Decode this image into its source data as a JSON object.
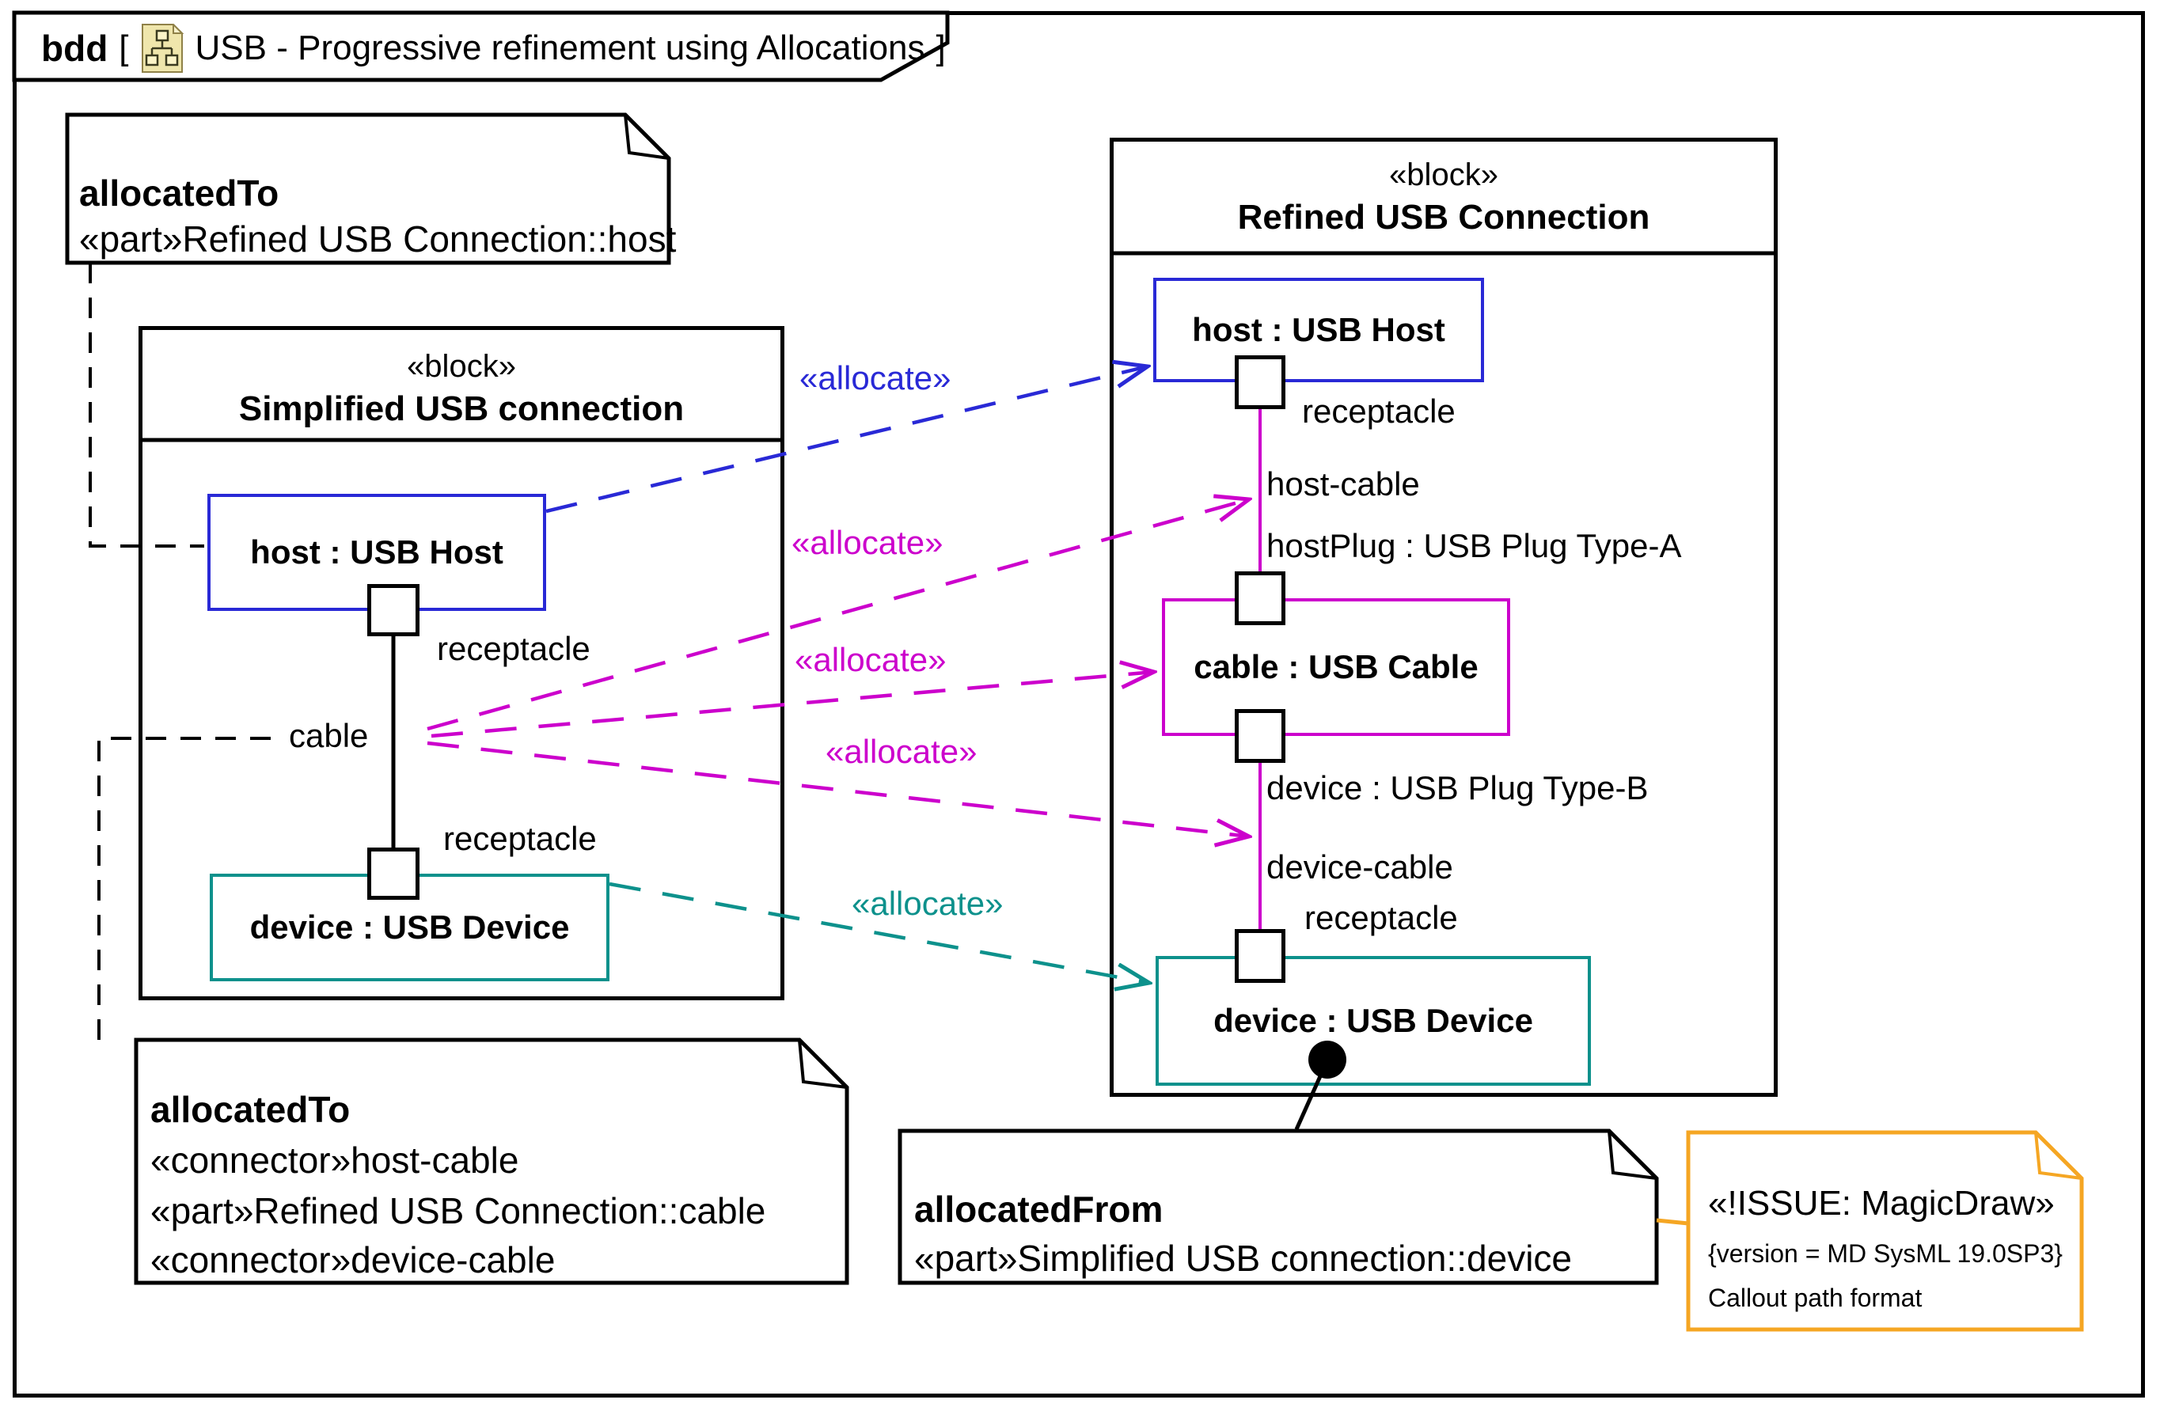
{
  "header": {
    "keyword": "bdd",
    "open_bracket": "[",
    "diagram_name": "USB - Progressive refinement using Allocations",
    "close_bracket": "]",
    "icon": "diagram-hierarchy-icon"
  },
  "colors": {
    "line_black": "#000000",
    "part_host_blue": "#2929D6",
    "part_cable_magenta": "#CC00CC",
    "part_device_teal": "#0D918C",
    "issue_note_orange": "#F5A623",
    "icon_tan": "#EFE6AC"
  },
  "blocks": {
    "simplified": {
      "stereotype": "«block»",
      "name": "Simplified USB connection",
      "parts": {
        "host": "host : USB Host",
        "device": "device : USB Device"
      },
      "labels": {
        "receptacle_top": "receptacle",
        "cable": "cable",
        "receptacle_bottom": "receptacle"
      }
    },
    "refined": {
      "stereotype": "«block»",
      "name": "Refined USB Connection",
      "parts": {
        "host": "host : USB Host",
        "cable": "cable : USB Cable",
        "device": "device : USB Device"
      },
      "labels": {
        "receptacle_top": "receptacle",
        "host_cable": "host-cable",
        "host_plug": "hostPlug : USB Plug Type-A",
        "device_plug": "device : USB Plug Type-B",
        "device_cable": "device-cable",
        "receptacle_bottom": "receptacle"
      }
    }
  },
  "allocations": [
    {
      "label": "«allocate»",
      "color": "#2929D6",
      "from": "host : USB Host",
      "to": "host : USB Host"
    },
    {
      "label": "«allocate»",
      "color": "#CC00CC",
      "from": "cable",
      "to": "host-cable"
    },
    {
      "label": "«allocate»",
      "color": "#CC00CC",
      "from": "cable",
      "to": "cable : USB Cable"
    },
    {
      "label": "«allocate»",
      "color": "#CC00CC",
      "from": "cable",
      "to": "device-cable"
    },
    {
      "label": "«allocate»",
      "color": "#0D918C",
      "from": "device : USB Device",
      "to": "device : USB Device"
    }
  ],
  "notes": {
    "allocated_to_host": {
      "title": "allocatedTo",
      "line1": "«part»Refined USB Connection::host"
    },
    "allocated_to_cable": {
      "title": "allocatedTo",
      "line1": "«connector»host-cable",
      "line2": "«part»Refined USB Connection::cable",
      "line3": "«connector»device-cable"
    },
    "allocated_from_device": {
      "title": "allocatedFrom",
      "line1": "«part»Simplified USB connection::device"
    },
    "issue": {
      "title": "«!ISSUE: MagicDraw»",
      "line1": "{version = MD SysML 19.0SP3}",
      "line2": "Callout path format"
    }
  }
}
